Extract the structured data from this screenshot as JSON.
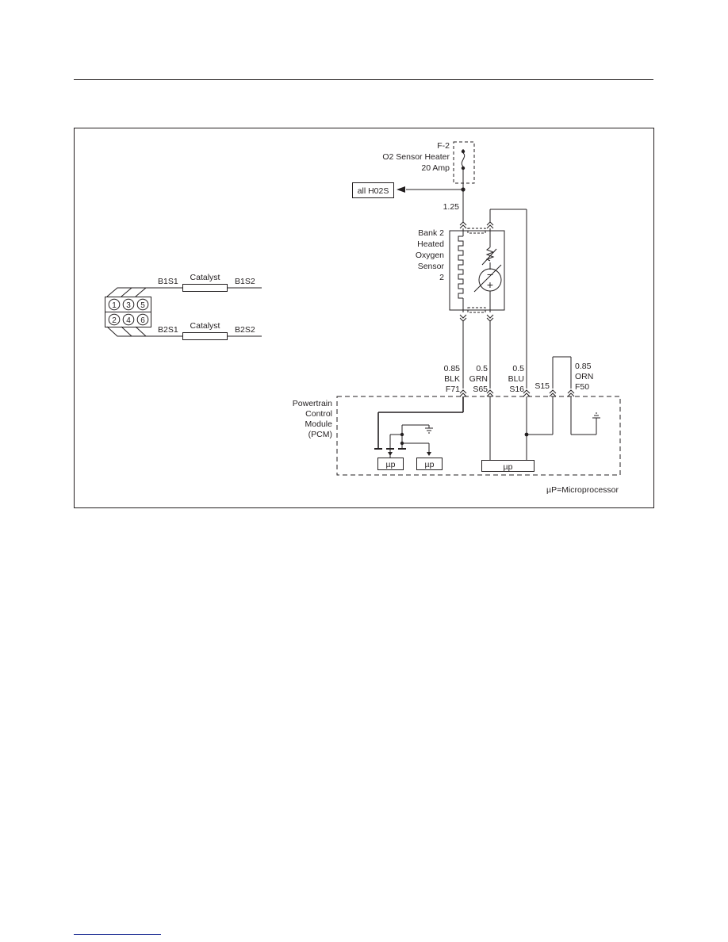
{
  "fuse": {
    "lines": [
      "F-2",
      "O2 Sensor Heater",
      "20 Amp"
    ]
  },
  "splice_box": {
    "label": "all H02S"
  },
  "wire_top": {
    "gauge": "1.25"
  },
  "sensor": {
    "lines": [
      "Bank 2",
      "Heated",
      "Oxygen",
      "Sensor",
      "2"
    ],
    "minus": "−",
    "plus": "+"
  },
  "engine_map": {
    "cylinders": [
      "1",
      "3",
      "5",
      "2",
      "4",
      "6"
    ],
    "bank1": {
      "upstream": "B1S1",
      "catalyst": "Catalyst",
      "downstream": "B1S2"
    },
    "bank2": {
      "upstream": "B2S1",
      "catalyst": "Catalyst",
      "downstream": "B2S2"
    }
  },
  "wires": [
    {
      "gauge": "0.85",
      "color": "BLK",
      "pin": "F71"
    },
    {
      "gauge": "0.5",
      "color": "GRN",
      "pin": "S65"
    },
    {
      "gauge": "0.5",
      "color": "BLU",
      "pin": "S16"
    },
    {
      "pin": "S15"
    },
    {
      "gauge": "0.85",
      "color": "ORN",
      "pin": "F50"
    }
  ],
  "pcm": {
    "lines": [
      "Powertrain",
      "Control",
      "Module",
      "(PCM)"
    ],
    "micro_left": "µp",
    "micro_mid": "µp",
    "micro_right": "µp"
  },
  "legend": "µP=Microprocessor"
}
